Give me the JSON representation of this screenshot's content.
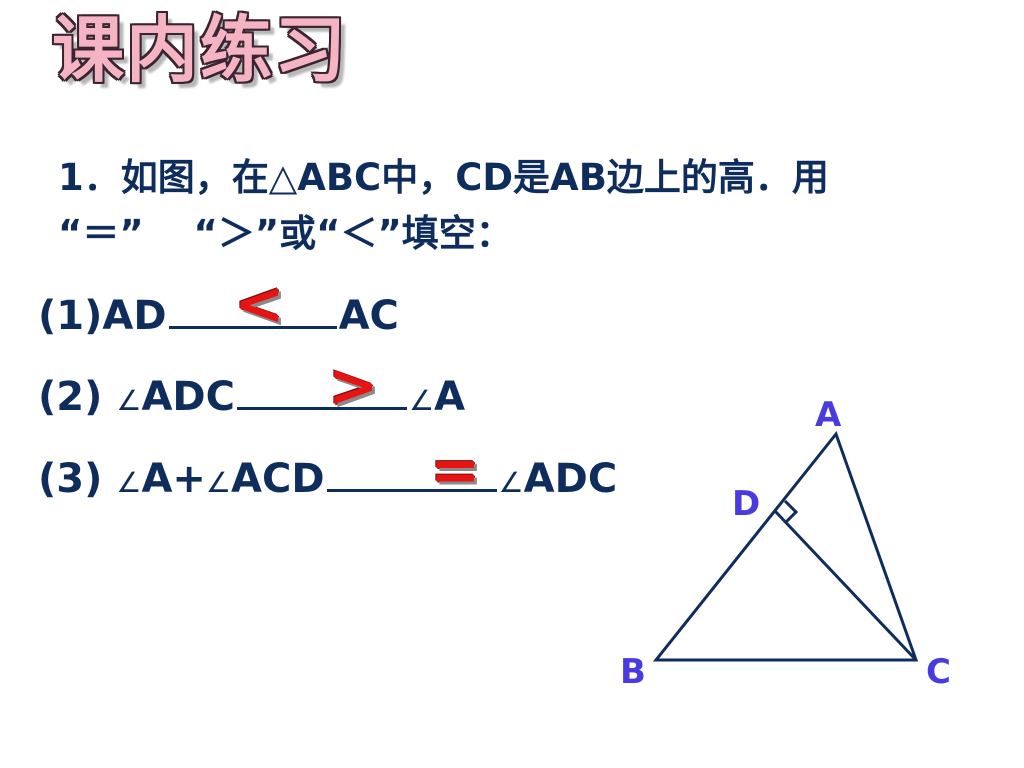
{
  "title": "课内练习",
  "question": {
    "line1": "1．如图，在△ABC中，CD是AB边上的高．用",
    "line2": "“＝”　  “＞”或“＜”填空："
  },
  "items": [
    {
      "prefix": "(1)AD",
      "suffix": "AC",
      "answer": "<"
    },
    {
      "prefix": "(2) ",
      "angle1": "∠",
      "mid1": "ADC",
      "angle2": "∠",
      "suffix": "A",
      "answer": ">"
    },
    {
      "prefix": "(3) ",
      "angle1": "∠",
      "mid1": "A+",
      "angle2": "∠",
      "mid2": "ACD",
      "angle3": "∠",
      "suffix": "ADC",
      "answer": "="
    }
  ],
  "figure": {
    "labels": {
      "A": "A",
      "B": "B",
      "C": "C",
      "D": "D"
    },
    "line_color": "#0f2d5c",
    "label_color": "#4a3be0"
  },
  "colors": {
    "text": "#0f2d5c",
    "answer": "#e81414",
    "title_fill": "#f4b4c4"
  }
}
